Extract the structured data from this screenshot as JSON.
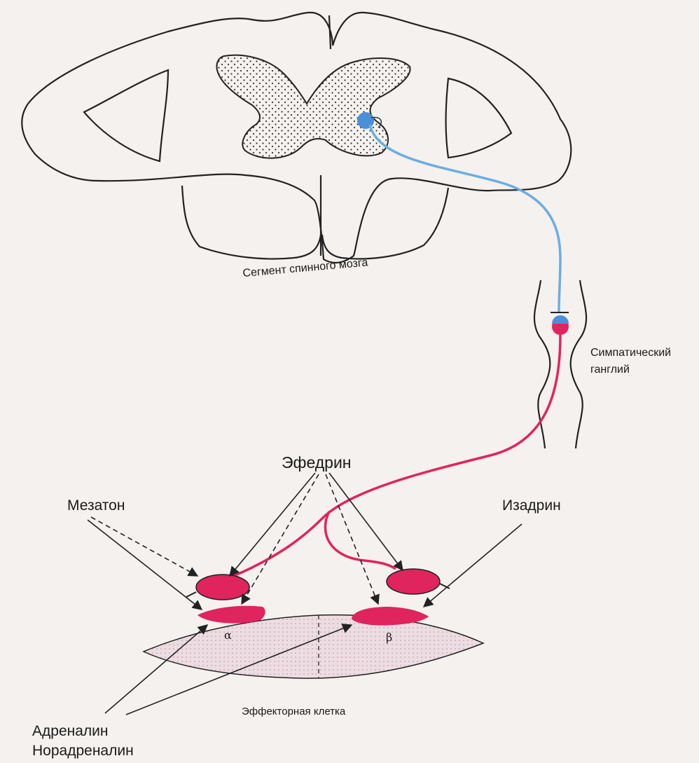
{
  "labels": {
    "spinal_segment": "Сегмент спинного мозга",
    "ganglion_line1": "Симпатический",
    "ganglion_line2": "ганглий",
    "ephedrine": "Эфедрин",
    "mezaton": "Мезатон",
    "izadrin": "Изадрин",
    "adrenaline": "Адреналин",
    "noradrenaline": "Норадреналин",
    "effector_cell": "Эффекторная клетка",
    "alpha": "α",
    "beta": "β"
  },
  "colors": {
    "preganglionic_fiber": "#6aaee0",
    "postganglionic_fiber": "#e0245e",
    "receptor_fill": "#e0245e",
    "outline": "#222222",
    "background": "#f4f1ee",
    "effector_fill": "#ead9dd"
  }
}
